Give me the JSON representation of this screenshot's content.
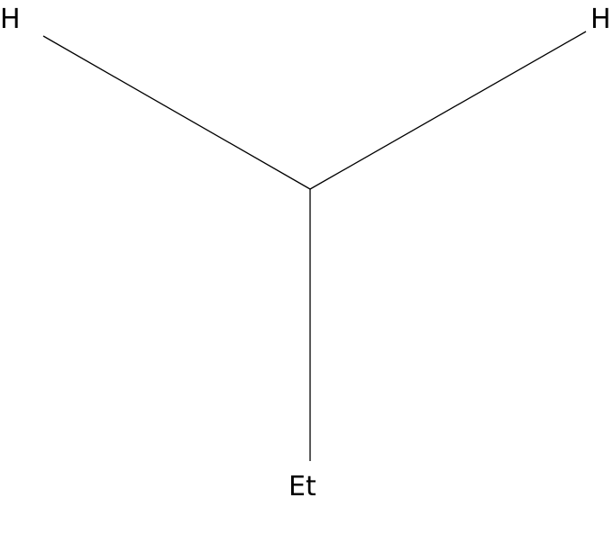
{
  "molecule": {
    "atoms": [
      {
        "id": "h_left",
        "label": "H"
      },
      {
        "id": "h_right",
        "label": "H"
      },
      {
        "id": "center",
        "label": ""
      },
      {
        "id": "ethyl",
        "label": "Et"
      }
    ],
    "bonds": [
      {
        "from": "h_left",
        "to": "center",
        "order": 1
      },
      {
        "from": "h_right",
        "to": "center",
        "order": 1
      },
      {
        "from": "center",
        "to": "ethyl",
        "order": 1
      }
    ]
  }
}
